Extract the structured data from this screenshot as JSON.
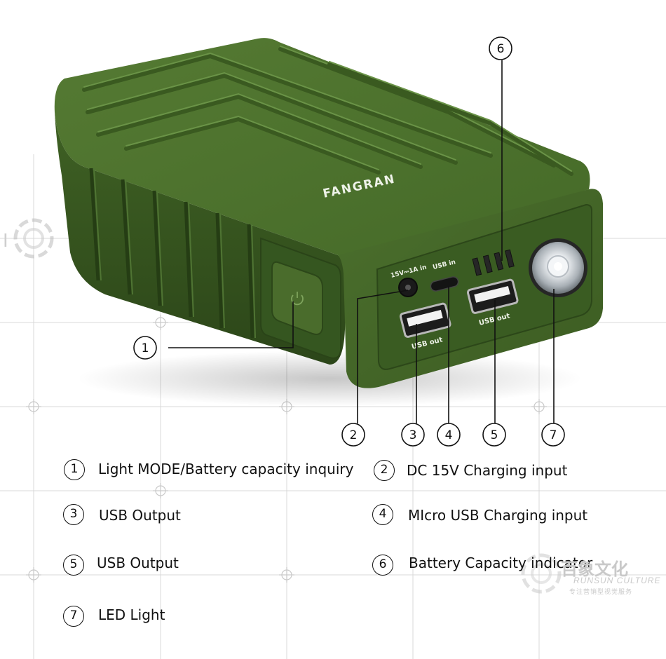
{
  "device": {
    "brand": "FANGRAN",
    "port_labels": {
      "dc_in": "15V⎓1A in",
      "usb_in": "USB in",
      "usb_out_left": "USB out",
      "usb_out_right": "USB out"
    },
    "battery_bars": 4,
    "colors": {
      "body": "#4a6e2c",
      "body_dark": "#2f4a1c",
      "body_light": "#6a8e48"
    }
  },
  "callouts": [
    {
      "num": "1",
      "target": "power-button"
    },
    {
      "num": "2",
      "target": "dc-input"
    },
    {
      "num": "3",
      "target": "usb-out-left"
    },
    {
      "num": "4",
      "target": "micro-usb-input"
    },
    {
      "num": "5",
      "target": "usb-out-right"
    },
    {
      "num": "6",
      "target": "battery-indicator"
    },
    {
      "num": "7",
      "target": "led-light"
    }
  ],
  "legend": [
    {
      "num": "1",
      "label": "Light MODE/Battery capacity inquiry"
    },
    {
      "num": "2",
      "label": "DC 15V Charging input"
    },
    {
      "num": "3",
      "label": "USB Output"
    },
    {
      "num": "4",
      "label": "MIcro USB Charging input"
    },
    {
      "num": "5",
      "label": "USB Output"
    },
    {
      "num": "6",
      "label": "Battery Capacity indicator"
    },
    {
      "num": "7",
      "label": "LED Light"
    }
  ],
  "watermark": {
    "chinese": "百象文化",
    "english": "RUNSUN CULTURE",
    "tagline": "专注营销型视觉服务",
    "left_glyph": "Ⅰ"
  }
}
